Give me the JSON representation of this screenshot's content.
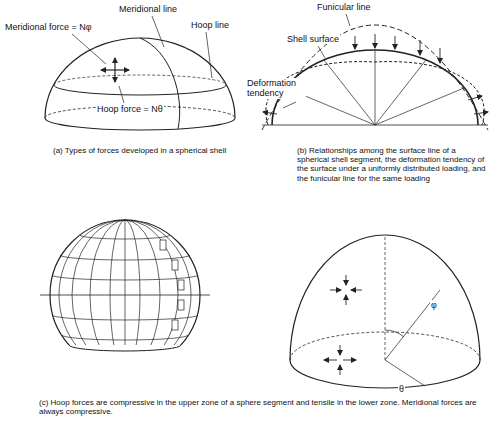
{
  "diagram": {
    "caption": "",
    "labels": [
      "Meridional line",
      "Meridional force = Nφ",
      "Hoop line",
      "Hoop force = Nθ",
      "(a) Types of forces developed in a spherical shell",
      "Funicular line",
      "Shell surface",
      "Deformation tendency",
      "(b) Relationships among the surface line of a spherical shell segment, the deformation tendency of the surface under a uniformly distributed loading, and the funicular line for the same loading",
      "φ",
      "θ",
      "(c) Hoop forces are compressive in the upper zone of a sphere segment and tensile in the lower zone. Meridional forces are always compressive."
    ]
  }
}
